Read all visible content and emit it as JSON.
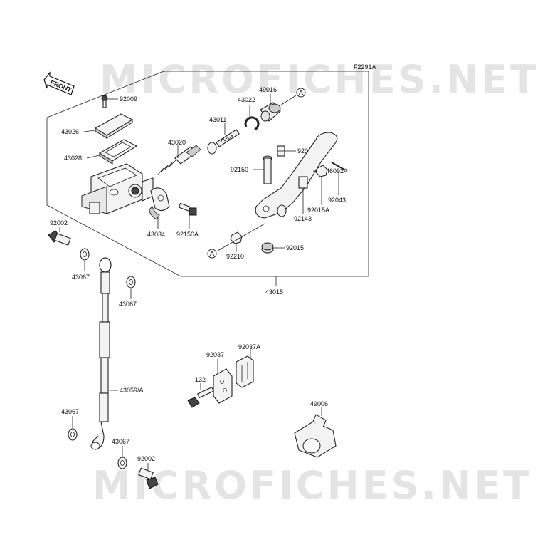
{
  "figure_code": "F2291A",
  "front_marker": "FRONT",
  "watermark": "MICROFICHES.NET",
  "ref_marker": "A",
  "parts": {
    "p92009": "92009",
    "p43026": "43026",
    "p43028": "43028",
    "p43020": "43020",
    "p43011": "43011",
    "p43022": "43022",
    "p49016": "49016",
    "p92028": "92028",
    "p92150": "92150",
    "p46092": "46092",
    "p92043": "92043",
    "p92015A": "92015A",
    "p92143": "92143",
    "p43034": "43034",
    "p92150A": "92150A",
    "p92210": "92210",
    "p92015": "92015",
    "p43015": "43015",
    "p92002_top": "92002",
    "p43067_a": "43067",
    "p43067_b": "43067",
    "p43059": "43059/A",
    "p43067_c": "43067",
    "p43067_d": "43067",
    "p92002_bottom": "92002",
    "p92037": "92037",
    "p92037A": "92037A",
    "p132": "132",
    "p49006": "49006"
  }
}
